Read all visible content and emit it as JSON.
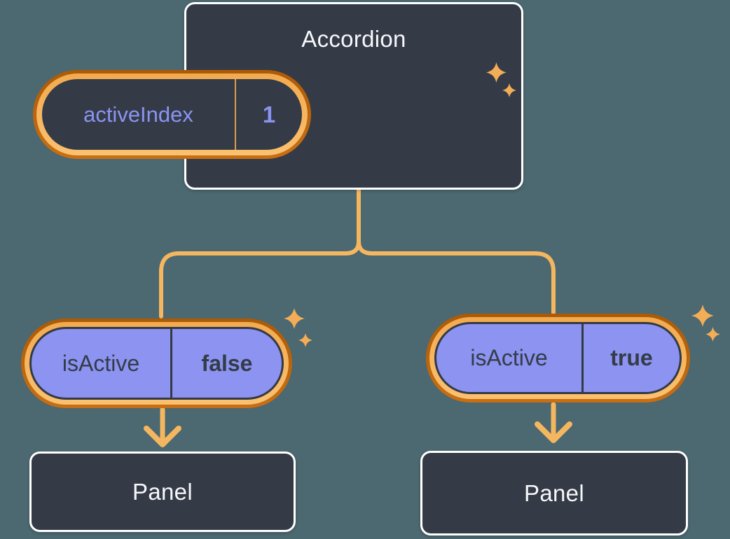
{
  "diagram": {
    "description": "React component tree showing lifted state: Accordion holds activeIndex state and passes isActive props to two Panels",
    "root": {
      "title": "Accordion",
      "state": {
        "name": "activeIndex",
        "value": "1"
      }
    },
    "children": [
      {
        "prop": {
          "name": "isActive",
          "value": "false"
        },
        "panel": {
          "title": "Panel"
        }
      },
      {
        "prop": {
          "name": "isActive",
          "value": "true"
        },
        "panel": {
          "title": "Panel"
        }
      }
    ]
  },
  "icons": {
    "sparkle": "four-point-star sparkle (highlight marker on state/prop pills)"
  },
  "colors": {
    "bg": "#4C6870",
    "card_bg": "#343B47",
    "card_border": "#FFFFFF",
    "light_text": "#F6F7F9",
    "purple_fill": "#8C93F0",
    "purple_text": "#8B93F2",
    "dark_text": "#343C48",
    "dark_line": "#333A45",
    "ring_dark_1": "#AC5A06",
    "ring_dark_2": "#C96F13",
    "ring_light_1": "#F2AA4F",
    "ring_light_2": "#FAC170",
    "line_orange": "#F5B660",
    "sparkle": "#F3AD57",
    "state_divider": "#D99E4C"
  }
}
